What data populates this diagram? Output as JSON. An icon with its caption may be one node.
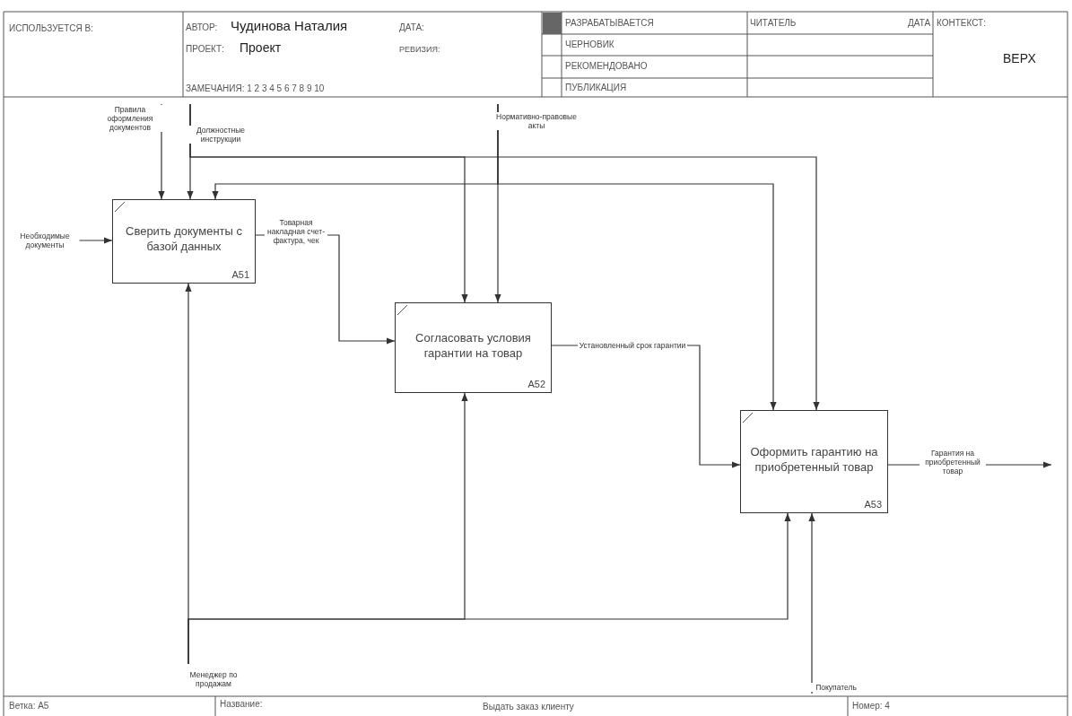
{
  "diagram": {
    "nodes": [
      {
        "text": [
          "Сверить документы с базой данных",
          "A51"
        ]
      },
      {
        "text": [
          "Согласовать условия гарантии на товар",
          "A52"
        ]
      },
      {
        "text": [
          "Оформить гарантию на приобретенный товар",
          "A53"
        ]
      }
    ],
    "edges": [
      {
        "from": null,
        "to": 0,
        "arrow": "to",
        "label": "Правила оформления документов"
      },
      {
        "from": null,
        "to": 0,
        "arrow": "to",
        "label": "Должностные инструкции"
      },
      {
        "from": null,
        "to": 1,
        "arrow": "to"
      },
      {
        "from": null,
        "to": 2,
        "arrow": "to"
      },
      {
        "from": null,
        "to": 1,
        "arrow": "to",
        "label": "Нормативно-правовые акты"
      },
      {
        "from": null,
        "to": 0,
        "arrow": "to"
      },
      {
        "from": null,
        "to": 2,
        "arrow": "to"
      },
      {
        "from": null,
        "to": 0,
        "arrow": "to",
        "label": "Необходимые документы"
      },
      {
        "from": 0,
        "to": 1,
        "arrow": "to",
        "label": "Товарная накладная счет-фактура, чек"
      },
      {
        "from": 1,
        "to": 2,
        "arrow": "to",
        "label": "Установленный срок гарантии"
      },
      {
        "from": 2,
        "to": null,
        "arrow": "to",
        "label": "Гарантия на приобретенный товар"
      },
      {
        "from": null,
        "to": 0,
        "arrow": "to",
        "label": "Менеджер по продажам"
      },
      {
        "from": null,
        "to": 1,
        "arrow": "to"
      },
      {
        "from": null,
        "to": 2,
        "arrow": "to"
      },
      {
        "from": null,
        "to": 2,
        "arrow": "to",
        "label": "Покупатель"
      }
    ],
    "labels": [
      "ИСПОЛЬЗУЕТСЯ В:",
      "АВТОР:",
      "Чудинова Наталия",
      "ДАТА:",
      "ПРОЕКТ:",
      "Проект",
      "РЕВИЗИЯ:",
      "ЗАМЕЧАНИЯ: 1 2 3 4 5 6 7 8 9 10",
      "РАЗРАБАТЫВАЕТСЯ",
      "ЧИТАТЕЛЬ",
      "ДАТА",
      "КОНТЕКСТ:",
      "ЧЕРНОВИК",
      "РЕКОМЕНДОВАНО",
      "ПУБЛИКАЦИЯ",
      "ВЕРХ",
      "Ветка: A5",
      "Название:",
      "Выдать заказ клиенту",
      "Номер: 4"
    ]
  }
}
